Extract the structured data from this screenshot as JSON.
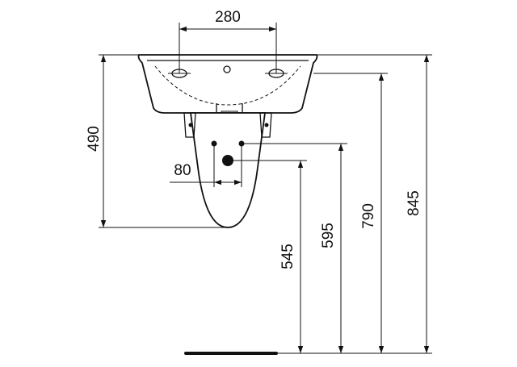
{
  "dimensions": {
    "tap_spacing": "280",
    "basin_height": "490",
    "waste_spacing": "80",
    "waste_height": "545",
    "supply_height": "595",
    "rim_height": "790",
    "overall_height": "845"
  },
  "colors": {
    "line": "#111111",
    "background": "#ffffff"
  }
}
